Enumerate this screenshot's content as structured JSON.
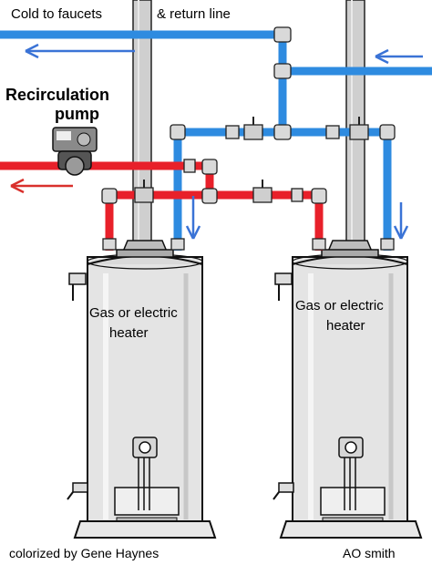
{
  "labels": {
    "cold_to_faucets": "Cold to faucets",
    "return_line": "& return line",
    "recirc_line1": "Recirculation",
    "recirc_line2": "pump",
    "heater_left_line1": "Gas or electric",
    "heater_left_line2": "heater",
    "heater_right_line1": "Gas or electric",
    "heater_right_line2": "heater",
    "credit": "colorized by Gene Haynes",
    "brand": "AO smith"
  },
  "colors": {
    "cold_pipe": "#2e8be0",
    "hot_pipe": "#e8202a",
    "cold_arrow": "#3a73d6",
    "hot_arrow": "#d9302c",
    "tank_fill": "#e4e4e4",
    "tank_outline": "#111111",
    "vent": "#c9c9c9"
  },
  "icons": {
    "pump": "circulation-pump-icon",
    "valve": "ball-valve-icon",
    "gas_control": "gas-control-valve-icon",
    "drain": "drain-valve-icon"
  }
}
